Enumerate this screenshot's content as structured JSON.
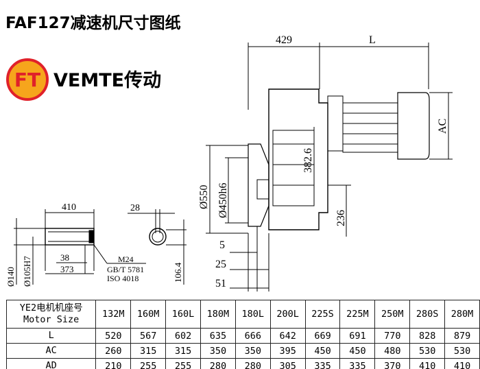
{
  "title": "FAF127减速机尺寸图纸",
  "brand": {
    "logo_text": "FT",
    "name": "VEMTE传动"
  },
  "drawing": {
    "dim_429": "429",
    "dim_L": "L",
    "dim_AC": "AC",
    "dim_382_6": "382.6",
    "dim_550": "Ø550",
    "dim_450": "Ø450h6",
    "dim_236": "236",
    "dim_5": "5",
    "dim_25": "25",
    "dim_51": "51"
  },
  "shaft": {
    "dim_410": "410",
    "dim_28": "28",
    "dim_38": "38",
    "dim_373": "373",
    "dim_140": "Ø140",
    "dim_105": "Ø105H7",
    "dim_106_4": "106.4",
    "note_1": "M24",
    "note_2": "GB/T 5781",
    "note_3": "ISO 4018"
  },
  "table": {
    "header_cn": "YE2电机机座号",
    "header_en": "Motor Size",
    "sizes": [
      "132M",
      "160M",
      "160L",
      "180M",
      "180L",
      "200L",
      "225S",
      "225M",
      "250M",
      "280S",
      "280M"
    ],
    "rows": [
      {
        "label": "L",
        "values": [
          "520",
          "567",
          "602",
          "635",
          "666",
          "642",
          "669",
          "691",
          "770",
          "828",
          "879"
        ]
      },
      {
        "label": "AC",
        "values": [
          "260",
          "315",
          "315",
          "350",
          "350",
          "395",
          "450",
          "450",
          "480",
          "530",
          "530"
        ]
      },
      {
        "label": "AD",
        "values": [
          "210",
          "255",
          "255",
          "280",
          "280",
          "305",
          "335",
          "335",
          "370",
          "410",
          "410"
        ]
      }
    ]
  }
}
